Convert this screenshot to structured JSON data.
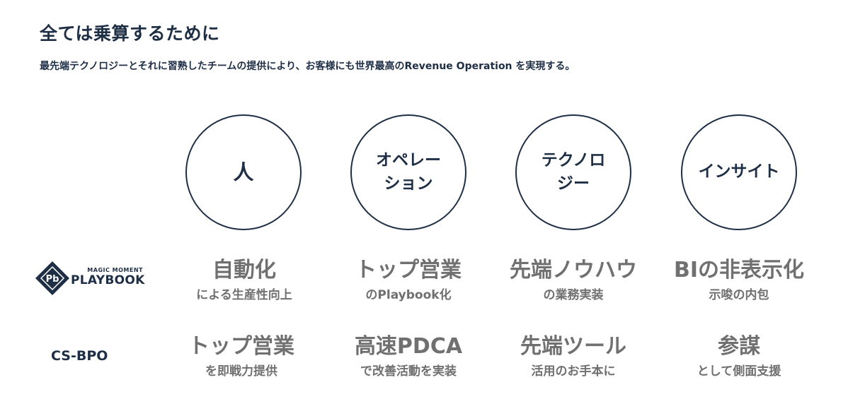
{
  "title": "全ては乗算するために",
  "subtitle": "最先端テクノロジーとそれに習熟したチームの提供により、お客様にも世界最高のRevenue Operation を実現する。",
  "pillars": [
    {
      "line1": "人",
      "line2": ""
    },
    {
      "line1": "オペレー",
      "line2": "ション"
    },
    {
      "line1": "テクノロ",
      "line2": "ジー"
    },
    {
      "line1": "インサイト",
      "line2": ""
    }
  ],
  "playbook": {
    "logo_small": "MAGIC MOMENT",
    "logo_big": "PLAYBOOK",
    "cells": [
      {
        "main": "自動化",
        "sub": "による生産性向上"
      },
      {
        "main": "トップ営業",
        "sub": "のPlaybook化"
      },
      {
        "main": "先端ノウハウ",
        "sub": "の業務実装"
      },
      {
        "main": "BIの非表示化",
        "sub": "示唆の内包"
      }
    ]
  },
  "csbpo": {
    "label": "CS-BPO",
    "cells": [
      {
        "main": "トップ営業",
        "sub": "を即戦力提供"
      },
      {
        "main": "高速PDCA",
        "sub": "で改善活動を実装"
      },
      {
        "main": "先端ツール",
        "sub": "活用のお手本に"
      },
      {
        "main": "参謀",
        "sub": "として側面支援"
      }
    ]
  },
  "colors": {
    "navy": "#1e2e45",
    "gray": "#707070"
  }
}
